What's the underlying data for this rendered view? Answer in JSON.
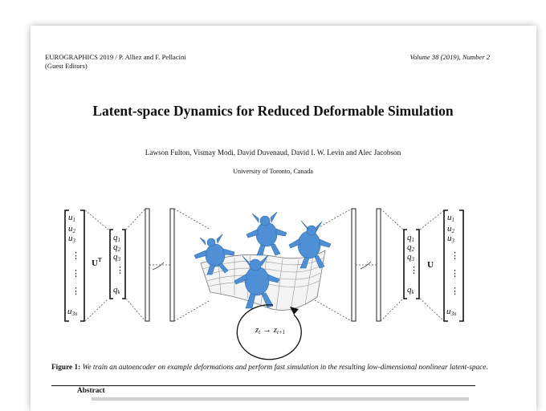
{
  "header": {
    "left_line1": "EUROGRAPHICS 2019 / P. Alliez and F. Pellacini",
    "left_line2": "(Guest Editors)",
    "right": "Volume 38 (2019), Number 2"
  },
  "title": "Latent-space Dynamics for Reduced Deformable Simulation",
  "authors": "Lawson Fulton, Vismay Modi, David Duvenaud, David I. W. Levin and Alec Jacobson",
  "affiliation": "University of Toronto, Canada",
  "figure": {
    "u_vector": [
      "u1",
      "u2",
      "u3",
      "⋮",
      "⋮",
      "⋮",
      "u3n"
    ],
    "q_vector": [
      "q1",
      "q2",
      "q3",
      "⋮",
      "⋮",
      "qk"
    ],
    "encoder_matrix": "Uᵀ",
    "decoder_matrix": "U",
    "latent_step": "z_t → z_t+1",
    "colors": {
      "armadillo": "#4f8fd6",
      "grid": "#bdbdbd"
    }
  },
  "caption": {
    "label": "Figure 1:",
    "text": "We train an autoencoder on example deformations and perform fast simulation in the resulting low-dimensional nonlinear latent-space."
  },
  "abstract_heading": "Abstract"
}
